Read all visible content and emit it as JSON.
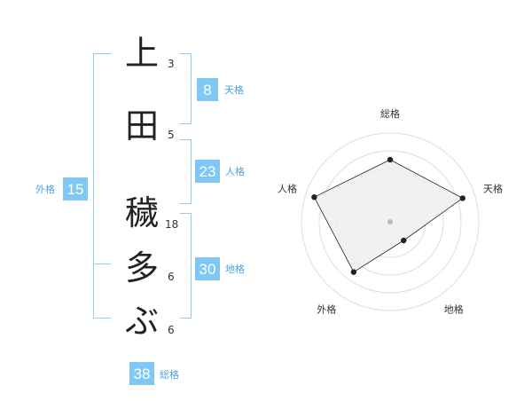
{
  "characters": [
    {
      "char": "上",
      "strokes": "3"
    },
    {
      "char": "田",
      "strokes": "5"
    },
    {
      "char": "穢",
      "strokes": "18"
    },
    {
      "char": "多",
      "strokes": "6"
    },
    {
      "char": "ぶ",
      "strokes": "6"
    }
  ],
  "kaku": {
    "tenkaku": {
      "value": "8",
      "label": "天格"
    },
    "jinkaku": {
      "value": "23",
      "label": "人格"
    },
    "chikaku": {
      "value": "30",
      "label": "地格"
    },
    "gaikaku": {
      "value": "15",
      "label": "外格"
    },
    "soukaku": {
      "value": "38",
      "label": "総格"
    }
  },
  "chart_data": {
    "type": "radar",
    "axes": [
      "総格",
      "天格",
      "地格",
      "外格",
      "人格"
    ],
    "values": [
      3.5,
      4.3,
      1.3,
      3.5,
      4.5
    ],
    "range": [
      0,
      5
    ],
    "rings": 5,
    "colors": {
      "fill": "#eeeeee",
      "line": "#222222",
      "ring": "#dddddd",
      "center": "#bbbbbb"
    }
  }
}
